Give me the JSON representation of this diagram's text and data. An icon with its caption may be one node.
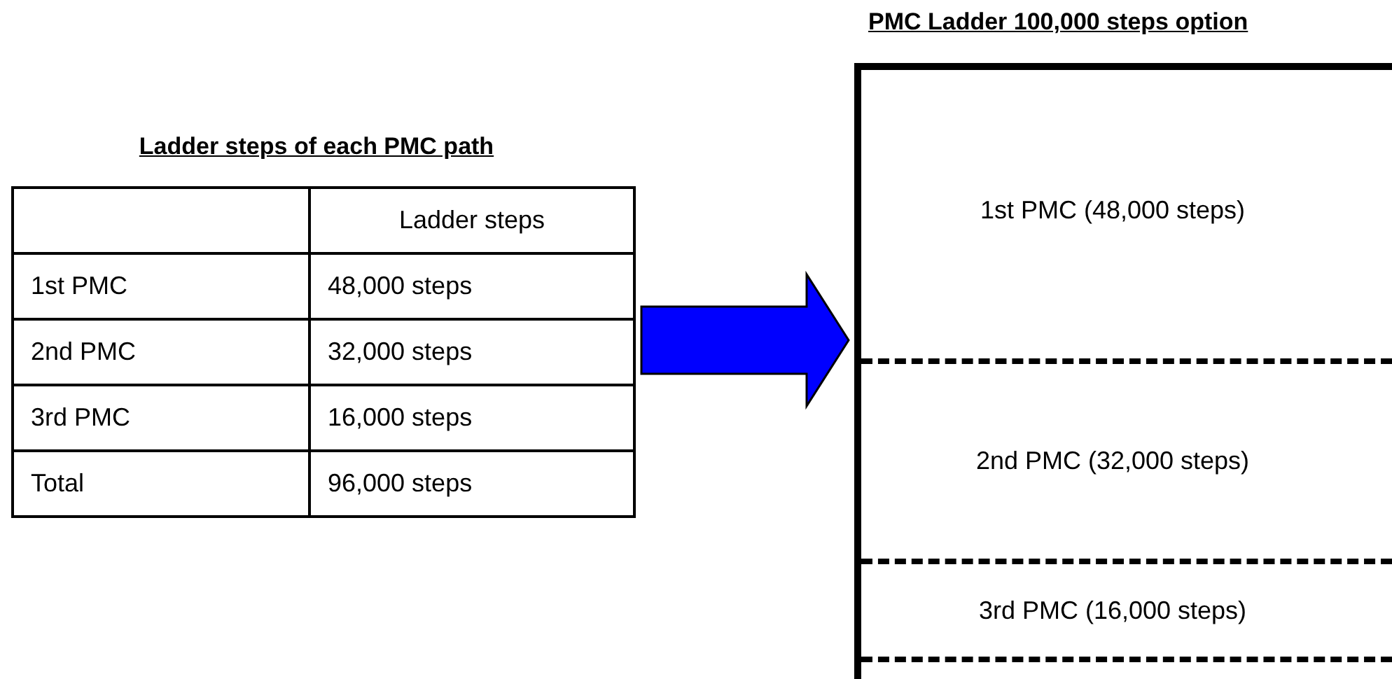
{
  "diagram": {
    "nodes": [
      {
        "text": [
          "Ladder steps of each PMC path"
        ]
      },
      {
        "text": [
          "PMC Ladder 100,000 steps option"
        ]
      },
      {
        "text": [
          "1st PMC (48,000 steps)"
        ],
        "in": 1
      },
      {
        "text": [
          "2nd PMC (32,000 steps)"
        ],
        "in": 1
      },
      {
        "text": [
          "3rd PMC (16,000 steps)"
        ],
        "in": 1
      }
    ],
    "edges": [
      {
        "from": 0,
        "to": 1,
        "arrow": "to",
        "color": "#0000ff"
      }
    ],
    "labels": [
      "Ladder steps",
      "1st PMC",
      "48,000 steps",
      "2nd PMC",
      "32,000 steps",
      "3rd PMC",
      "16,000 steps",
      "Total",
      "96,000 steps"
    ]
  }
}
